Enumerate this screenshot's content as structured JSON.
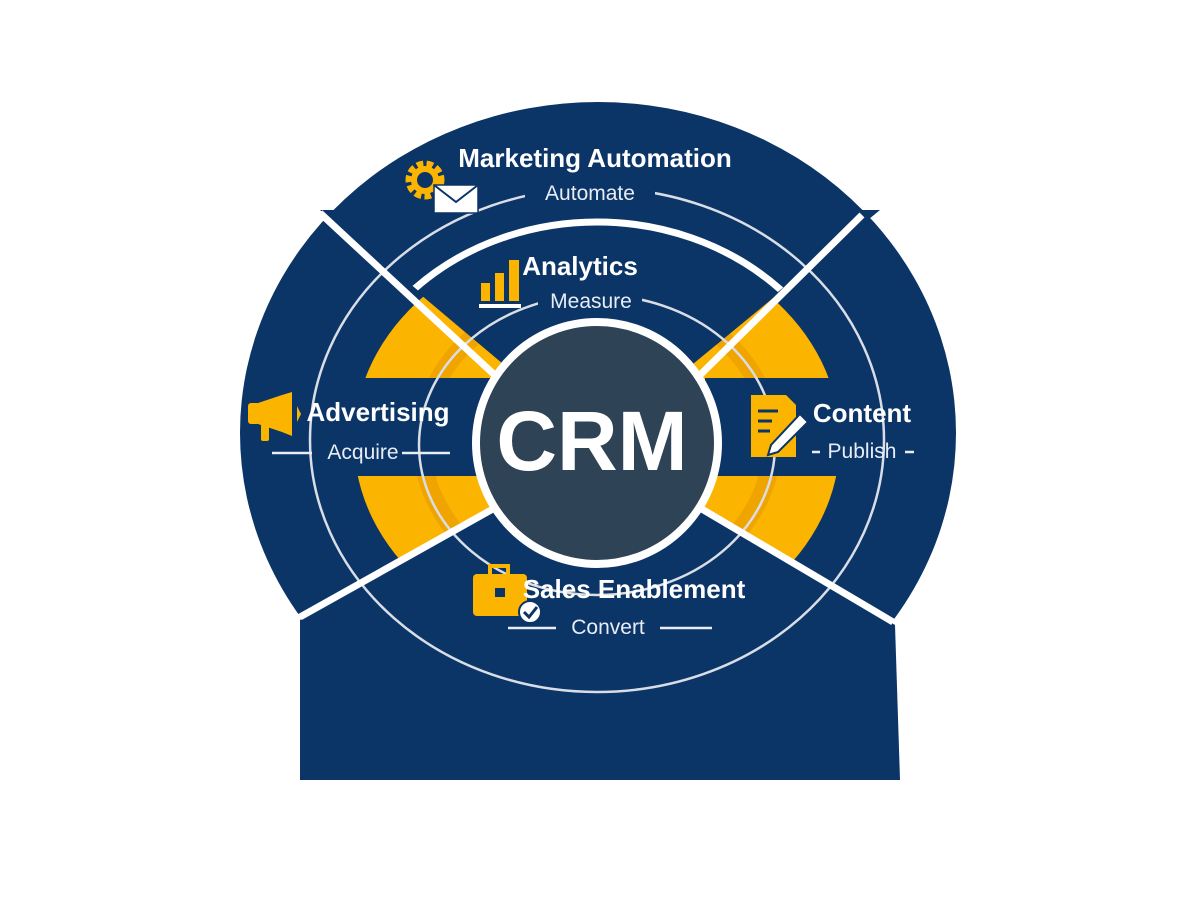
{
  "center": {
    "label": "CRM"
  },
  "segments": [
    {
      "id": "marketing-automation",
      "title": "Marketing Automation",
      "subtitle": "Automate",
      "icon": "gear-envelope-icon"
    },
    {
      "id": "analytics",
      "title": "Analytics",
      "subtitle": "Measure",
      "icon": "bar-chart-icon"
    },
    {
      "id": "advertising",
      "title": "Advertising",
      "subtitle": "Acquire",
      "icon": "megaphone-icon"
    },
    {
      "id": "content",
      "title": "Content",
      "subtitle": "Publish",
      "icon": "document-pencil-icon"
    },
    {
      "id": "sales-enablement",
      "title": "Sales Enablement",
      "subtitle": "Convert",
      "icon": "briefcase-check-icon"
    }
  ],
  "colors": {
    "navy": "#0b3467",
    "yellow": "#fbb400",
    "center": "#2f4356",
    "white": "#ffffff"
  }
}
